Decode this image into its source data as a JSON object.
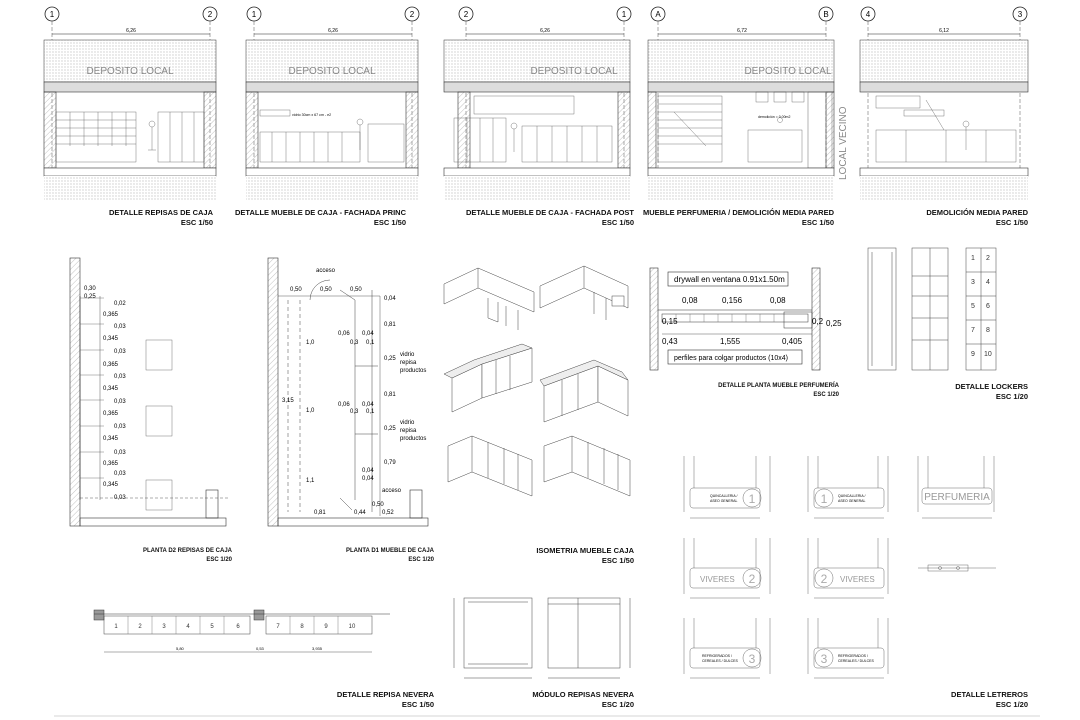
{
  "elevations": [
    {
      "axis_left": "1",
      "axis_right": "2",
      "dim": "6,26",
      "room": "DEPOSITO LOCAL",
      "title": "DETALLE REPISAS DE CAJA",
      "scale": "ESC 1/50"
    },
    {
      "axis_left": "1",
      "axis_right": "2",
      "dim": "6,26",
      "room": "DEPOSITO LOCAL",
      "title": "DETALLE MUEBLE DE CAJA - FACHADA PRINC",
      "scale": "ESC 1/50"
    },
    {
      "axis_left": "2",
      "axis_right": "1",
      "dim": "6,26",
      "room": "DEPOSITO LOCAL",
      "title": "DETALLE MUEBLE DE CAJA - FACHADA POST",
      "scale": "ESC 1/50"
    },
    {
      "axis_left": "A",
      "axis_right": "B",
      "dim": "6,72",
      "room": "DEPOSITO LOCAL",
      "title": "MUEBLE PERFUMERIA / DEMOLICIÓN MEDIA PARED",
      "scale": "ESC 1/50"
    },
    {
      "axis_left": "4",
      "axis_right": "3",
      "dim": "6,12",
      "room": "",
      "title": "DEMOLICIÓN MEDIA PARED",
      "scale": "ESC 1/50"
    }
  ],
  "elev_notes": {
    "local_vecino": "LOCAL VECINO",
    "demolicion": "demolición = 0,00m2",
    "vidrio_front": "vidrio 30cm x 67 cm - e2"
  },
  "planta_d2": {
    "title": "PLANTA D2 REPISAS DE CAJA",
    "scale": "ESC 1/20",
    "dims": [
      "0,30",
      "0,25",
      "0,02",
      "0,365",
      "0,03",
      "0,345",
      "0,03",
      "0,365",
      "0,03",
      "0,345",
      "0,03",
      "0,365",
      "0,03",
      "0,345",
      "0,03",
      "0,365",
      "0,03",
      "0,345",
      "0,03"
    ]
  },
  "planta_d1": {
    "title": "PLANTA D1 MUEBLE DE CAJA",
    "scale": "ESC 1/20",
    "acceso_top": "acceso",
    "acceso_bottom": "acceso",
    "top_dims": [
      "0,50",
      "0,50",
      "0,50"
    ],
    "top_right": "0,04",
    "left_dims": [
      "1,0",
      "1,0",
      "1,1"
    ],
    "total": "3,15",
    "mid_dims": [
      "0,06",
      "0,04",
      "0,3",
      "0,1"
    ],
    "right_dims": [
      "0,81",
      "0,25",
      "0,81",
      "0,25",
      "0,79",
      "0,04",
      "0,04",
      "0,50"
    ],
    "note_vidrio": "vidrio",
    "note_repisa": "repisa",
    "note_productos": "productos",
    "bottom_dims": [
      "0,81",
      "0,44",
      "0,52"
    ]
  },
  "isometria": {
    "title": "ISOMETRIA MUEBLE CAJA",
    "scale": "ESC 1/50"
  },
  "perfumeria": {
    "title": "DETALLE PLANTA MUEBLE PERFUMERÍA",
    "scale": "ESC 1/20",
    "drywall": "drywall en ventana 0.91x1.50m",
    "top_dims": [
      "0,08",
      "0,156",
      "0,08"
    ],
    "left_dims": [
      "0,15",
      "0,43"
    ],
    "right_dims": [
      "0,2",
      "0,25"
    ],
    "bottom_dims": [
      "1,555",
      "0,405"
    ],
    "perfiles": "perfiles para colgar productos  (10x4)"
  },
  "lockers": {
    "title": "DETALLE LOCKERS",
    "scale": "ESC 1/20",
    "numbers": [
      "1",
      "2",
      "3",
      "4",
      "5",
      "6",
      "7",
      "8",
      "9",
      "10"
    ]
  },
  "repisa_nevera": {
    "title": "DETALLE REPISA NEVERA",
    "scale": "ESC 1/50",
    "numbers": [
      "1",
      "2",
      "3",
      "4",
      "5",
      "6",
      "7",
      "8",
      "9",
      "10"
    ],
    "dims": [
      "5,80",
      "0,53",
      "3,935"
    ]
  },
  "modulo_nevera": {
    "title": "MÓDULO REPISAS NEVERA",
    "scale": "ESC 1/20"
  },
  "letreros": {
    "title": "DETALLE  LETREROS",
    "scale": "ESC 1/20",
    "signs": [
      {
        "num": "1",
        "text1": "QUINCALLERIA /",
        "text2": "ASEO GENERAL"
      },
      {
        "num": "2",
        "text1": "VIVERES",
        "text2": ""
      },
      {
        "num": "3",
        "text1": "REFRIGERADOS /",
        "text2": "CEREALES / DULCES"
      }
    ],
    "perfumeria_sign": "PERFUMERIA"
  }
}
